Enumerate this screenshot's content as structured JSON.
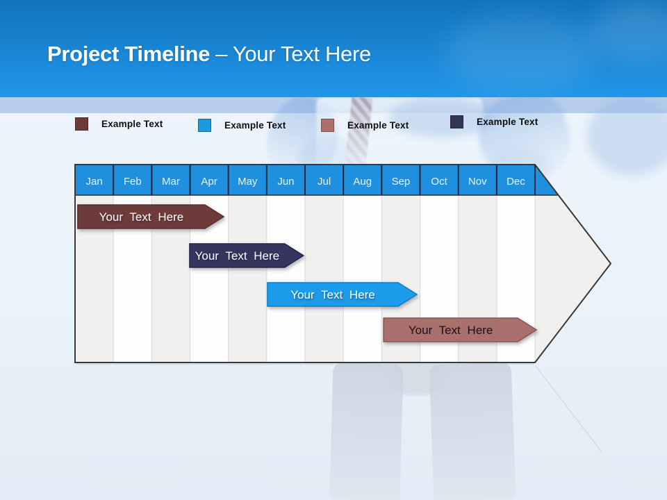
{
  "slide": {
    "title_bold": "Project Timeline",
    "title_rest": "– Your Text Here"
  },
  "colors": {
    "band_top": "#1173bc",
    "band_bottom": "#2196ea",
    "strip": "#b7cdee",
    "table_gray_column": "#f1f0ef",
    "table_white_column": "#fdfdfd"
  },
  "legend": {
    "items": [
      {
        "label": "Example Text",
        "color": "#6d3a39",
        "border": "#4a2827"
      },
      {
        "label": "Example Text",
        "color": "#1b9ae0",
        "border": "#0d6fa8"
      },
      {
        "label": "Example Text",
        "color": "#ad6f6c",
        "border": "#7d504e"
      },
      {
        "label": "Example Text",
        "color": "#343457",
        "border": "#232343"
      }
    ]
  },
  "timeline": {
    "header_color": "#1f8fe0",
    "months": [
      "Jan",
      "Feb",
      "Mar",
      "Apr",
      "May",
      "Jun",
      "Jul",
      "Aug",
      "Sep",
      "Oct",
      "Nov",
      "Dec"
    ],
    "bars": [
      {
        "label": "Your Text Here",
        "start": 0.07,
        "end": 3.39,
        "fill": "#6e3b3a",
        "stroke": "#55302e",
        "text_color": "#ffffff"
      },
      {
        "label": "Your Text Here",
        "start": 2.99,
        "end": 5.47,
        "fill": "#343460",
        "stroke": "#252547",
        "text_color": "#ffffff"
      },
      {
        "label": "Your Text Here",
        "start": 5.02,
        "end": 8.43,
        "fill": "#1c9ce8",
        "stroke": "#0f7cc4",
        "text_color": "#ffffff"
      },
      {
        "label": "Your Text Here",
        "start": 8.05,
        "end": 11.55,
        "fill": "#aa6f6d",
        "stroke": "#855654",
        "text_color": "#1c1010"
      }
    ]
  }
}
